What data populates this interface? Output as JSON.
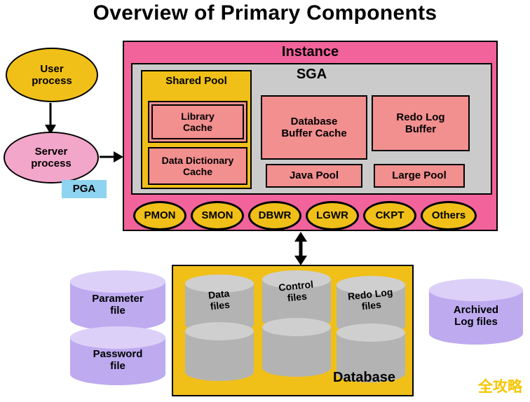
{
  "title": "Overview of Primary Components",
  "watermark": "全攻略",
  "colors": {
    "gold": "#F0C019",
    "pink-node": "#F2A6C9",
    "pga-blue": "#8ED3F0",
    "instance-pink": "#F2639B",
    "sga-gray": "#CBCBCB",
    "salmon": "#F28F8F",
    "cyl-gray-top": "#CFCFCF",
    "cyl-gray-body": "#B3B3B3",
    "cyl-purple-top": "#DCD0F8",
    "cyl-purple-body": "#BDAAEF",
    "watermark-gold": "#F7C500"
  },
  "nodes": {
    "user_process": "User\nprocess",
    "server_process": "Server\nprocess",
    "pga": "PGA",
    "instance": "Instance",
    "sga": "SGA",
    "shared_pool": "Shared Pool",
    "library_cache": "Library\nCache",
    "data_dictionary_cache": "Data Dictionary\nCache",
    "database_buffer_cache": "Database\nBuffer Cache",
    "redo_log_buffer": "Redo Log\nBuffer",
    "java_pool": "Java Pool",
    "large_pool": "Large Pool",
    "database": "Database",
    "data_files": "Data\nfiles",
    "control_files": "Control\nfiles",
    "redo_log_files": "Redo Log\nfiles",
    "parameter_file": "Parameter\nfile",
    "password_file": "Password\nfile",
    "archived_log_files": "Archived\nLog files"
  },
  "processes": [
    "PMON",
    "SMON",
    "DBWR",
    "LGWR",
    "CKPT",
    "Others"
  ]
}
